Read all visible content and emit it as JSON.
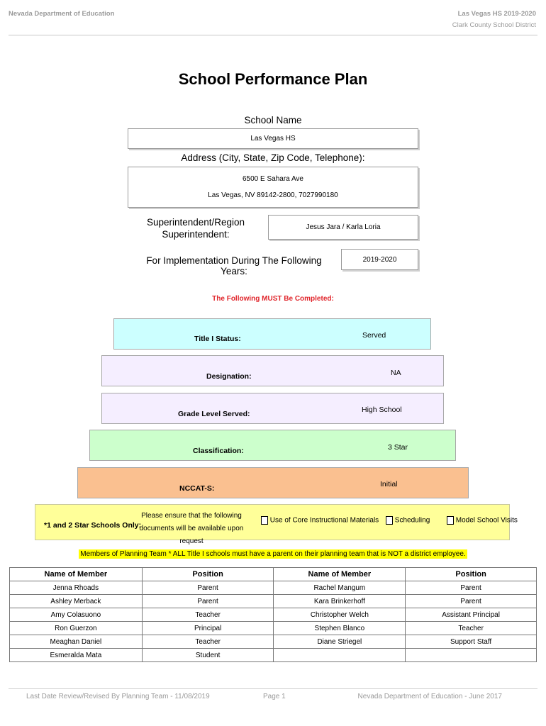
{
  "header": {
    "left": "Nevada Department of Education",
    "right_line1": "Las Vegas HS  2019-2020",
    "right_line2": "Clark County School District"
  },
  "title": "School Performance Plan",
  "school_name": {
    "label": "School Name",
    "value": "Las Vegas HS"
  },
  "address": {
    "label": "Address (City, State, Zip Code, Telephone):",
    "line1": "6500 E Sahara Ave",
    "line2": "Las Vegas, NV  89142-2800, 7027990180"
  },
  "superintendent": {
    "label_line1": "Superintendent/Region",
    "label_line2": "Superintendent:",
    "value": "Jesus Jara / Karla Loria"
  },
  "implementation": {
    "label": "For Implementation During The Following Years:",
    "value": "2019-2020"
  },
  "must_complete": "The Following MUST Be Completed:",
  "bands": [
    {
      "label": "Title I Status:",
      "value": "Served",
      "color": "#ccffff"
    },
    {
      "label": "Designation:",
      "value": "NA",
      "color": "#f5eeff"
    },
    {
      "label": "Grade Level Served:",
      "value": "High School",
      "color": "#f5eeff"
    },
    {
      "label": "Classification:",
      "value": "3 Star",
      "color": "#ccffcc"
    },
    {
      "label": "NCCAT-S:",
      "value": "Initial",
      "color": "#fac090"
    }
  ],
  "star_schools": {
    "label": "*1 and 2 Star Schools Only:",
    "note_line1": "Please ensure that the following",
    "note_line2": "documents will be available upon request",
    "options": [
      "Use of Core Instructional Materials",
      "Scheduling",
      "Model School Visits"
    ],
    "color": "#ffff99"
  },
  "members_note": "Members of Planning Team * ALL Title I schools must have a parent on their planning team that is NOT a district employee.",
  "team_table": {
    "headers": [
      "Name of Member",
      "Position",
      "Name of Member",
      "Position"
    ],
    "rows": [
      [
        "Jenna Rhoads",
        "Parent",
        "Rachel Mangum",
        "Parent"
      ],
      [
        "Ashley Merback",
        "Parent",
        "Kara Brinkerhoff",
        "Parent"
      ],
      [
        "Amy Colasuono",
        "Teacher",
        "Christopher Welch",
        "Assistant Principal"
      ],
      [
        "Ron Guerzon",
        "Principal",
        "Stephen Blanco",
        "Teacher"
      ],
      [
        "Meaghan Daniel",
        "Teacher",
        "Diane Striegel",
        "Support Staff"
      ],
      [
        "Esmeralda Mata",
        "Student",
        "",
        ""
      ]
    ]
  },
  "footer": {
    "left": "Last Date Review/Revised By Planning Team - 11/08/2019",
    "center": "Page 1",
    "right": "Nevada Department of Education - June 2017"
  }
}
